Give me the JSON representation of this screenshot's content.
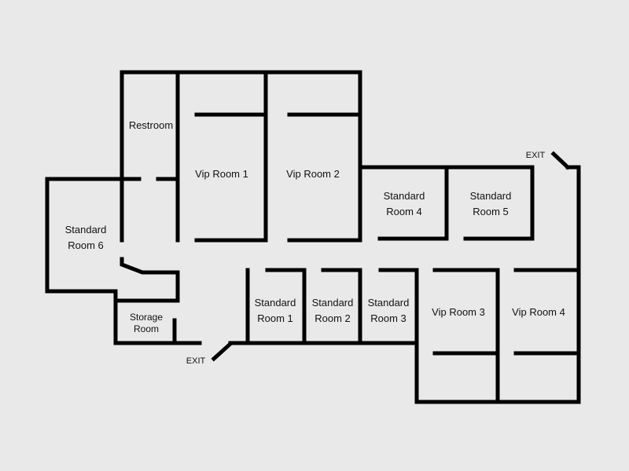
{
  "colors": {
    "background": "#e9e9e9",
    "wall": "#000000"
  },
  "rooms": {
    "restroom": "Restroom",
    "vip1": "Vip Room 1",
    "vip2": "Vip Room 2",
    "vip3": "Vip Room 3",
    "vip4": "Vip Room 4",
    "std1": [
      "Standard",
      "Room 1"
    ],
    "std2": [
      "Standard",
      "Room 2"
    ],
    "std3": [
      "Standard",
      "Room 3"
    ],
    "std4": [
      "Standard",
      "Room 4"
    ],
    "std5": [
      "Standard",
      "Room 5"
    ],
    "std6": [
      "Standard",
      "Room 6"
    ],
    "storage": [
      "Storage",
      "Room"
    ]
  },
  "exits": {
    "top_right": "EXIT",
    "bottom_left": "EXIT"
  }
}
